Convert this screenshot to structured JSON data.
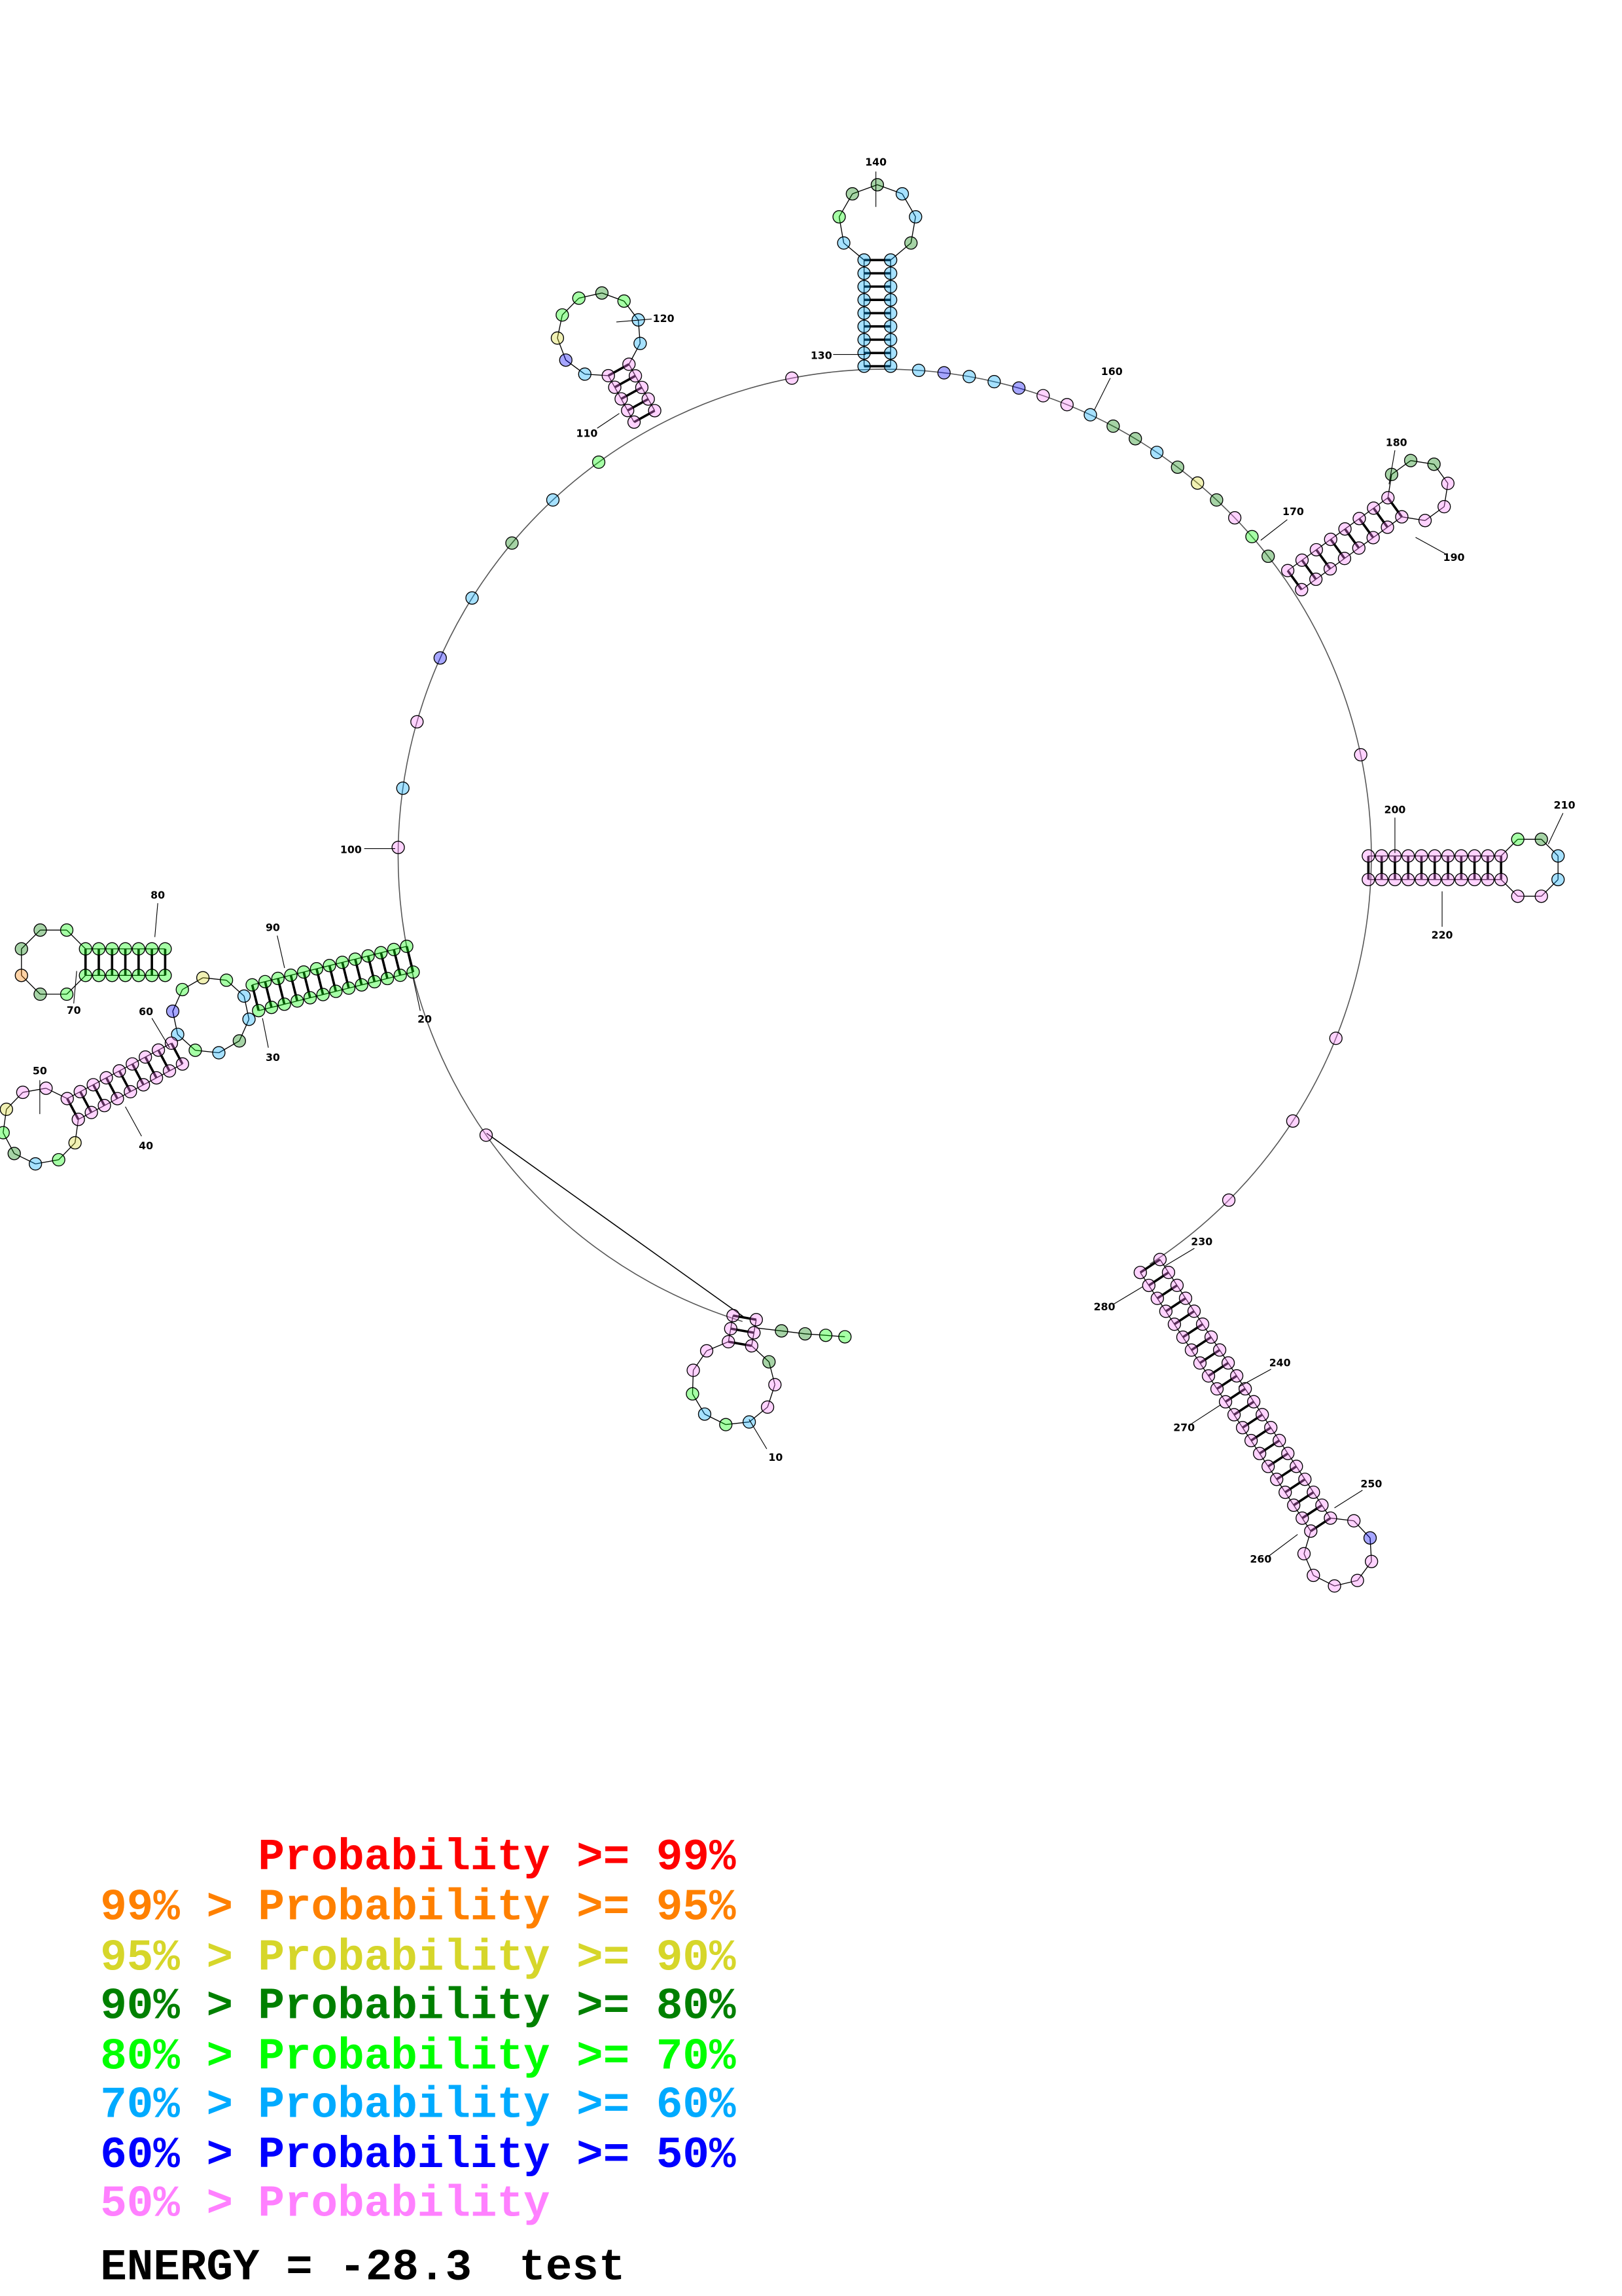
{
  "palette": {
    "p99": "#ff0000",
    "p95": "#ff8000",
    "p90": "#d6d62a",
    "p80": "#008000",
    "p70": "#00ff00",
    "p60": "#00aaff",
    "p50": "#0000ff",
    "plow": "#ff80ff"
  },
  "position_labels": [
    "10",
    "20",
    "30",
    "40",
    "50",
    "60",
    "70",
    "80",
    "90",
    "100",
    "110",
    "120",
    "130",
    "140",
    "160",
    "170",
    "180",
    "190",
    "200",
    "210",
    "220",
    "230",
    "240",
    "250",
    "260",
    "270",
    "280"
  ],
  "legend": [
    {
      "prefix": "",
      "text": "Probability >= 99%",
      "color": "#ff0000"
    },
    {
      "prefix": "99% >",
      "text": "Probability >= 95%",
      "color": "#ff8000"
    },
    {
      "prefix": "95% >",
      "text": "Probability >= 90%",
      "color": "#d6d62a"
    },
    {
      "prefix": "90% >",
      "text": "Probability >= 80%",
      "color": "#008000"
    },
    {
      "prefix": "80% >",
      "text": "Probability >= 70%",
      "color": "#00ff00"
    },
    {
      "prefix": "70% >",
      "text": "Probability >= 60%",
      "color": "#00aaff"
    },
    {
      "prefix": "60% >",
      "text": "Probability >= 50%",
      "color": "#0000ff"
    },
    {
      "prefix": "50% >",
      "text": "Probability",
      "color": "#ff80ff"
    }
  ],
  "energy": {
    "label": "ENERGY = -28.3",
    "name": "test"
  }
}
